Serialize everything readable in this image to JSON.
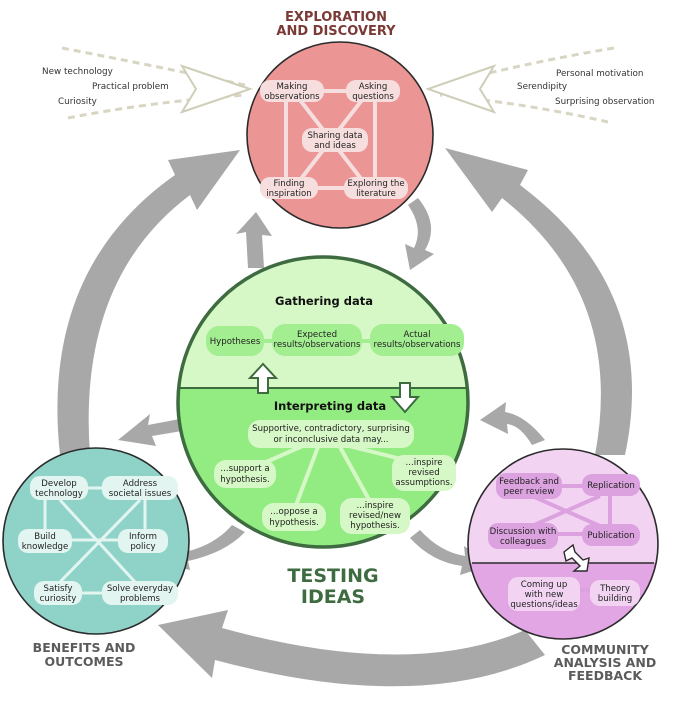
{
  "titles": {
    "exploration_line1": "EXPLORATION",
    "exploration_line2": "AND DISCOVERY",
    "testing_line1": "TESTING",
    "testing_line2": "IDEAS",
    "benefits_line1": "BENEFITS AND",
    "benefits_line2": "OUTCOMES",
    "community_line1": "COMMUNITY",
    "community_line2": "ANALYSIS AND",
    "community_line3": "FEEDBACK"
  },
  "inputs_left": [
    "New technology",
    "Practical problem",
    "Curiosity"
  ],
  "inputs_right": [
    "Personal motivation",
    "Serendipity",
    "Surprising observation"
  ],
  "exploration_nodes": {
    "making": [
      "Making",
      "observations"
    ],
    "asking": [
      "Asking",
      "questions"
    ],
    "sharing": [
      "Sharing data",
      "and ideas"
    ],
    "finding": [
      "Finding",
      "inspiration"
    ],
    "exploring": [
      "Exploring the",
      "literature"
    ]
  },
  "testing": {
    "gathering_label": "Gathering data",
    "hypotheses": "Hypotheses",
    "expected": [
      "Expected",
      "results/observations"
    ],
    "actual": [
      "Actual",
      "results/observations"
    ],
    "interpreting_label": "Interpreting data",
    "center": [
      "Supportive, contradictory, surprising",
      "or inconclusive data may..."
    ],
    "support": [
      "...support a",
      "hypothesis."
    ],
    "inspire_assumptions": [
      "...inspire",
      "revised",
      "assumptions."
    ],
    "oppose": [
      "...oppose a",
      "hypothesis."
    ],
    "inspire_hypothesis": [
      "...inspire",
      "revised/new",
      "hypothesis."
    ]
  },
  "benefits_nodes": {
    "develop": [
      "Develop",
      "technology"
    ],
    "address": [
      "Address",
      "societal issues"
    ],
    "build": [
      "Build",
      "knowledge"
    ],
    "inform": [
      "Inform",
      "policy"
    ],
    "satisfy": [
      "Satisfy",
      "curiosity"
    ],
    "solve": [
      "Solve everyday",
      "problems"
    ]
  },
  "community_nodes": {
    "feedback": [
      "Feedback and",
      "peer review"
    ],
    "replication": "Replication",
    "discussion": [
      "Discussion with",
      "colleagues"
    ],
    "publication": "Publication",
    "coming_up": [
      "Coming up",
      "with new",
      "questions/ideas"
    ],
    "theory": [
      "Theory",
      "building"
    ]
  },
  "colors": {
    "exploration_fill": "#eb9595",
    "exploration_node": "#f7dede",
    "testing_top": "#d6f7c6",
    "testing_bottom": "#93ec82",
    "testing_node": "#a4ee92",
    "benefits_fill": "#8fd3c8",
    "benefits_node": "#e3f5f1",
    "community_top": "#f2d4f2",
    "community_bottom": "#e2a6e4",
    "community_node": "#dca2e0",
    "arrow_gray": "#a8a8a8",
    "border_green": "#3e6b40"
  }
}
